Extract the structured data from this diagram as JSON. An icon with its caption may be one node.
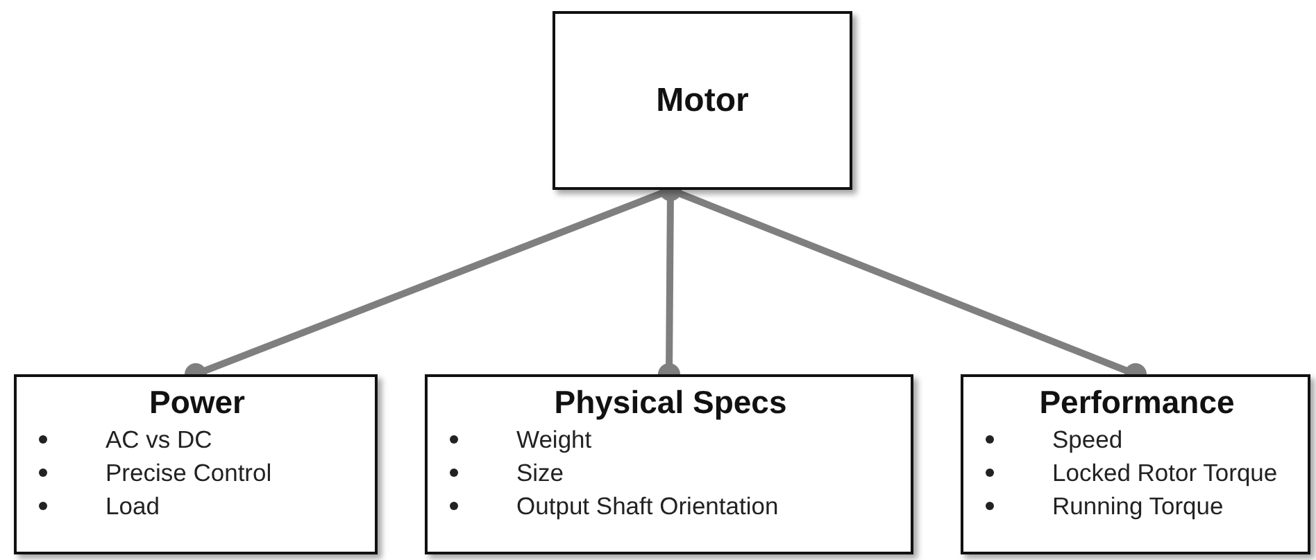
{
  "diagram": {
    "nodes": [
      {
        "text": [
          "Motor"
        ]
      },
      {
        "text": [
          "Power",
          "AC vs DC",
          "Precise Control",
          "Load"
        ]
      },
      {
        "text": [
          "Physical Specs",
          "Weight",
          "Size",
          "Output Shaft Orientation"
        ]
      },
      {
        "text": [
          "Performance",
          "Speed",
          "Locked Rotor Torque",
          "Running Torque"
        ]
      }
    ],
    "edges": [
      {
        "from": 0,
        "to": 1,
        "arrow": "other"
      },
      {
        "from": 0,
        "to": 2,
        "arrow": "other"
      },
      {
        "from": 0,
        "to": 3,
        "arrow": "other"
      }
    ]
  }
}
